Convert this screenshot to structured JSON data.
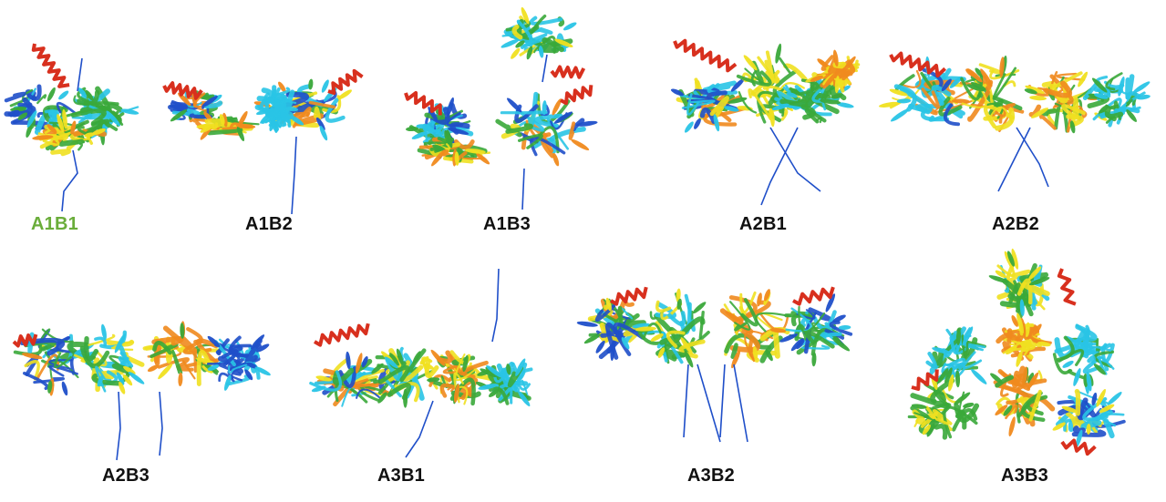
{
  "figure": {
    "panels": [
      {
        "id": "A1B1",
        "label": "A1B1",
        "label_color": "#6aad3a",
        "highlighted": true
      },
      {
        "id": "A1B2",
        "label": "A1B2",
        "label_color": "#111111",
        "highlighted": false
      },
      {
        "id": "A1B3",
        "label": "A1B3",
        "label_color": "#111111",
        "highlighted": false
      },
      {
        "id": "A2B1",
        "label": "A2B1",
        "label_color": "#111111",
        "highlighted": false
      },
      {
        "id": "A2B2",
        "label": "A2B2",
        "label_color": "#111111",
        "highlighted": false
      },
      {
        "id": "A2B3",
        "label": "A2B3",
        "label_color": "#111111",
        "highlighted": false
      },
      {
        "id": "A3B1",
        "label": "A3B1",
        "label_color": "#111111",
        "highlighted": false
      },
      {
        "id": "A3B2",
        "label": "A3B2",
        "label_color": "#111111",
        "highlighted": false
      },
      {
        "id": "A3B3",
        "label": "A3B3",
        "label_color": "#111111",
        "highlighted": false
      }
    ],
    "palette": {
      "blue": "#1f4fc9",
      "cyan": "#29c4e6",
      "green": "#3aa83a",
      "yellow": "#f0e020",
      "orange": "#f08a1e",
      "red": "#d8301e"
    }
  }
}
